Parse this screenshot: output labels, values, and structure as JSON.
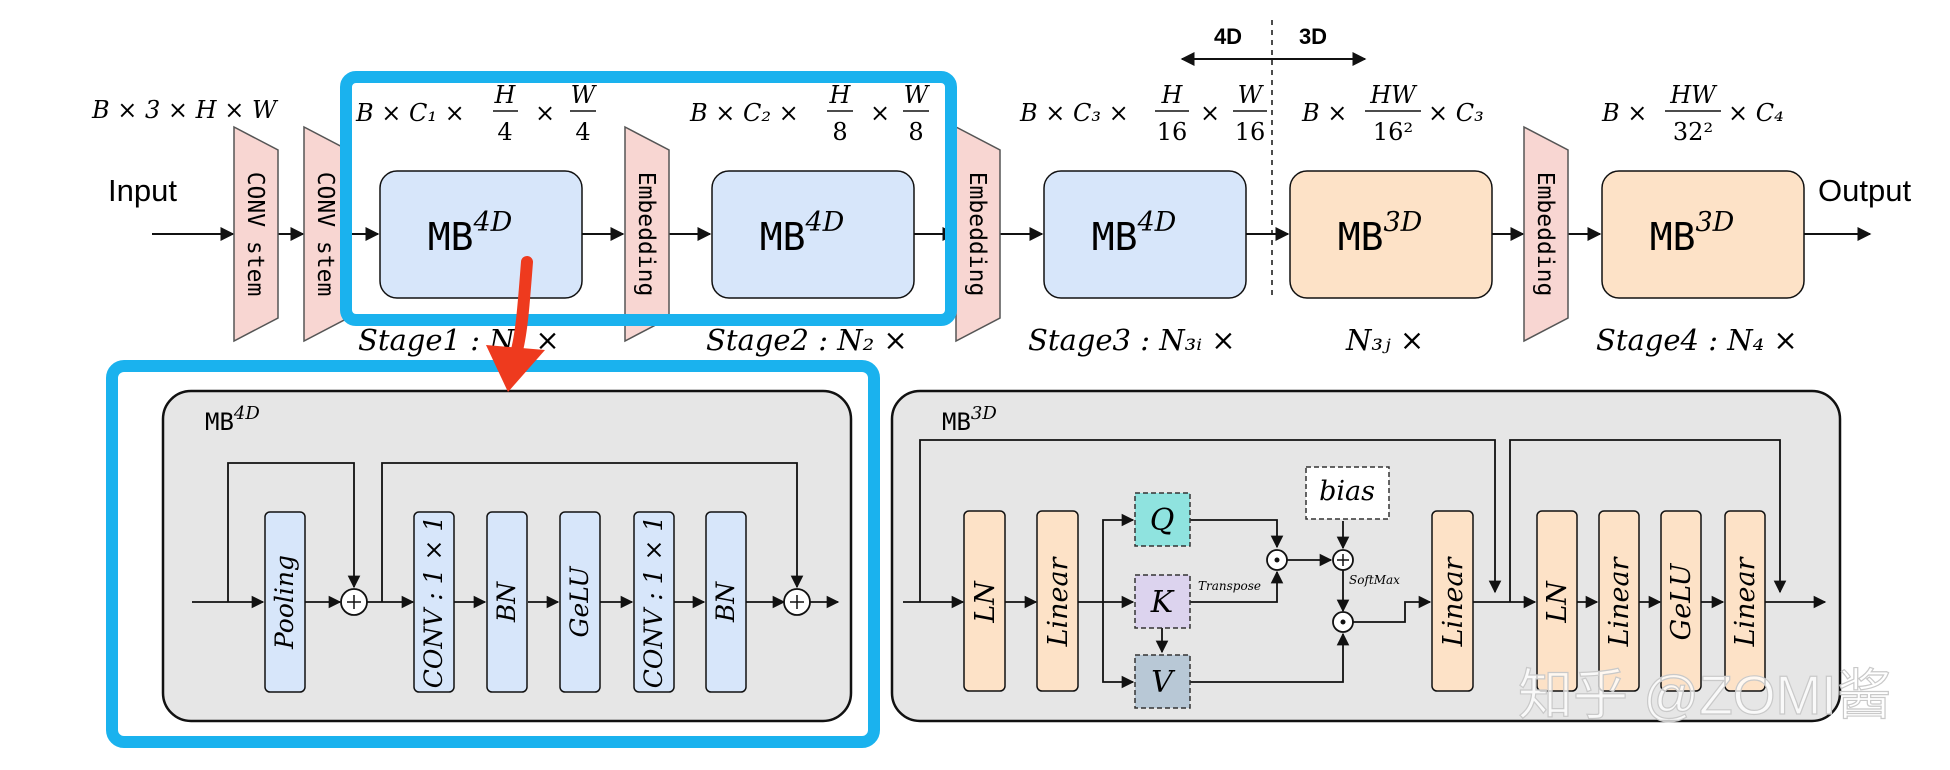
{
  "colors": {
    "blue_fill": "#d7e6fa",
    "orange_fill": "#fde2c7",
    "pink_fill": "#f8d6d2",
    "gray_panel": "#e6e6e6",
    "highlight": "#1ab2ee",
    "arrow_red": "#ee3a1e",
    "q_fill": "#8fe3df",
    "k_fill": "#dcd3ee",
    "v_fill": "#b8c8d6"
  },
  "icons": {
    "add": "circle-plus-icon",
    "mul": "circle-dot-icon",
    "arrow": "arrow-icon"
  },
  "top": {
    "label_4d": "4D",
    "label_3d": "3D",
    "input": "Input",
    "output": "Output",
    "conv_stem": "CONV stem",
    "embedding": "Embedding",
    "mb": "MB",
    "sup_4d": "4D",
    "sup_3d": "3D",
    "shapes": {
      "s0": "B × 3 × H × W",
      "s1_pre": "B × C₁ ×",
      "s1_f1n": "H",
      "s1_f1d": "4",
      "s1_f2n": "W",
      "s1_f2d": "4",
      "s2_pre": "B × C₂ ×",
      "s2_f1n": "H",
      "s2_f1d": "8",
      "s2_f2n": "W",
      "s2_f2d": "8",
      "s3_pre": "B × C₃ ×",
      "s3_f1n": "H",
      "s3_f1d": "16",
      "s3_f2n": "W",
      "s3_f2d": "16",
      "s4_pre": "B ×",
      "s4_fn": "HW",
      "s4_fd": "16²",
      "s4_post": "× C₃",
      "s5_pre": "B ×",
      "s5_fn": "HW",
      "s5_fd": "32²",
      "s5_post": "× C₄"
    },
    "stages": {
      "stage1": "Stage1 : N₁ ×",
      "stage2": "Stage2 : N₂ ×",
      "stage3": "Stage3 : N₃ᵢ ×",
      "n3j": "N₃ⱼ ×",
      "stage4": "Stage4 : N₄ ×"
    }
  },
  "mb4d_detail": {
    "title": "MB",
    "sup": "4D",
    "blocks": [
      "Pooling",
      "CONV : 1 × 1",
      "BN",
      "GeLU",
      "CONV : 1 × 1",
      "BN"
    ]
  },
  "mb3d_detail": {
    "title": "MB",
    "sup": "3D",
    "ln": "LN",
    "linear": "Linear",
    "q": "Q",
    "k": "K",
    "v": "V",
    "bias": "bias",
    "transpose": "Transpose",
    "softmax": "SoftMax",
    "linear_out": "Linear",
    "mlp": [
      "LN",
      "Linear",
      "GeLU",
      "Linear"
    ]
  },
  "watermark": "知乎 @ZOMI酱"
}
